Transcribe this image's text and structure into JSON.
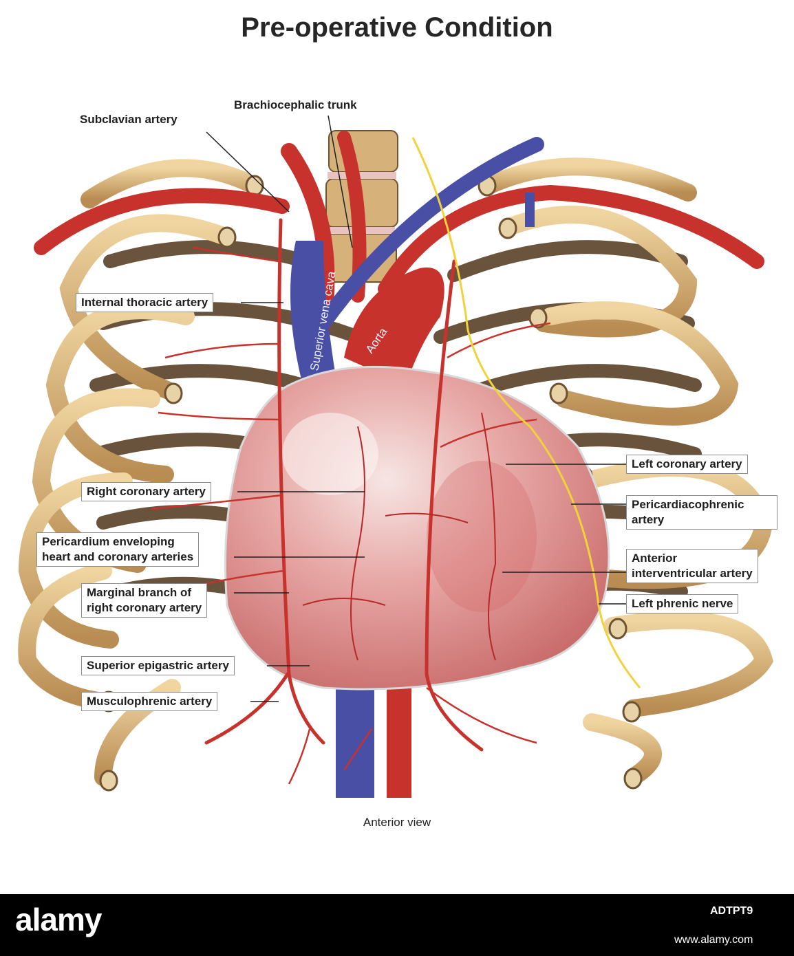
{
  "title": "Pre-operative Condition",
  "caption": "Anterior view",
  "labels": {
    "brachiocephalic": "Brachiocephalic trunk",
    "subclavian": "Subclavian artery",
    "internal_thoracic": "Internal thoracic artery",
    "right_coronary": "Right coronary artery",
    "pericardium_line1": "Pericardium enveloping",
    "pericardium_line2": "heart and coronary arteries",
    "marginal_line1": "Marginal branch of",
    "marginal_line2": "right coronary artery",
    "superior_epigastric": "Superior epigastric artery",
    "musculophrenic": "Musculophrenic artery",
    "left_coronary": "Left coronary artery",
    "pericardiacophrenic_line1": "Pericardiacophrenic",
    "pericardiacophrenic_line2": "artery",
    "anterior_iv_line1": "Anterior",
    "anterior_iv_line2": "interventricular artery",
    "left_phrenic": "Left phrenic nerve",
    "svc": "Superior vena cava",
    "aorta": "Aorta"
  },
  "footer": {
    "logo": "alamy",
    "image_id": "ADTPT9",
    "site": "www.alamy.com"
  },
  "colors": {
    "bone": "#d9b57a",
    "bone_dark": "#6e5232",
    "artery": "#c8322c",
    "vein": "#4a4fa6",
    "heart": "#e4a2a2",
    "nerve": "#f2d23c"
  }
}
